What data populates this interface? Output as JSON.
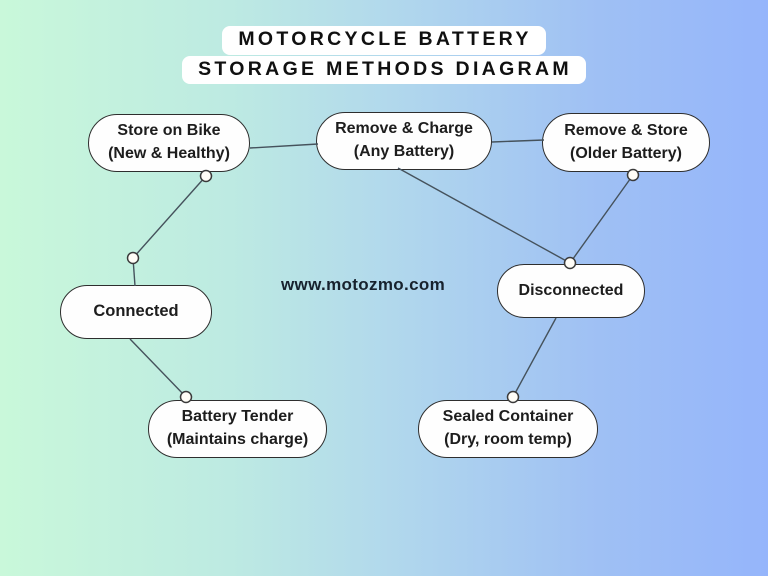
{
  "title": {
    "line1": "MOTORCYCLE BATTERY",
    "line2": "STORAGE METHODS DIAGRAM"
  },
  "watermark": "www.motozmo.com",
  "nodes": {
    "store_on_bike": {
      "line1": "Store on Bike",
      "line2": "(New & Healthy)"
    },
    "remove_charge": {
      "line1": "Remove & Charge",
      "line2": "(Any Battery)"
    },
    "remove_store": {
      "line1": "Remove & Store",
      "line2": "(Older Battery)"
    },
    "connected": {
      "line1": "Connected"
    },
    "disconnected": {
      "line1": "Disconnected"
    },
    "battery_tender": {
      "line1": "Battery Tender",
      "line2": "(Maintains charge)"
    },
    "sealed_container": {
      "line1": "Sealed Container",
      "line2": "(Dry, room temp)"
    }
  },
  "edges": [
    {
      "from": "Store on Bike (New & Healthy)",
      "to": "Remove & Charge (Any Battery)"
    },
    {
      "from": "Remove & Charge (Any Battery)",
      "to": "Remove & Store (Older Battery)"
    },
    {
      "from": "Store on Bike (New & Healthy)",
      "to": "Connected"
    },
    {
      "from": "Connected",
      "to": "Battery Tender (Maintains charge)"
    },
    {
      "from": "Remove & Charge (Any Battery)",
      "to": "Disconnected"
    },
    {
      "from": "Remove & Store (Older Battery)",
      "to": "Disconnected"
    },
    {
      "from": "Disconnected",
      "to": "Sealed Container (Dry, room temp)"
    }
  ],
  "colors": {
    "background_left": "#c9f8da",
    "background_right": "#95b5fb",
    "node_fill": "#fefefe",
    "node_border": "#2e2e2e",
    "node_text": "#1d1d1d",
    "connector_line": "#45525c",
    "connector_dot_fill": "#fffdf7",
    "title_text": "#101010",
    "title_highlight": "#ffffff"
  }
}
